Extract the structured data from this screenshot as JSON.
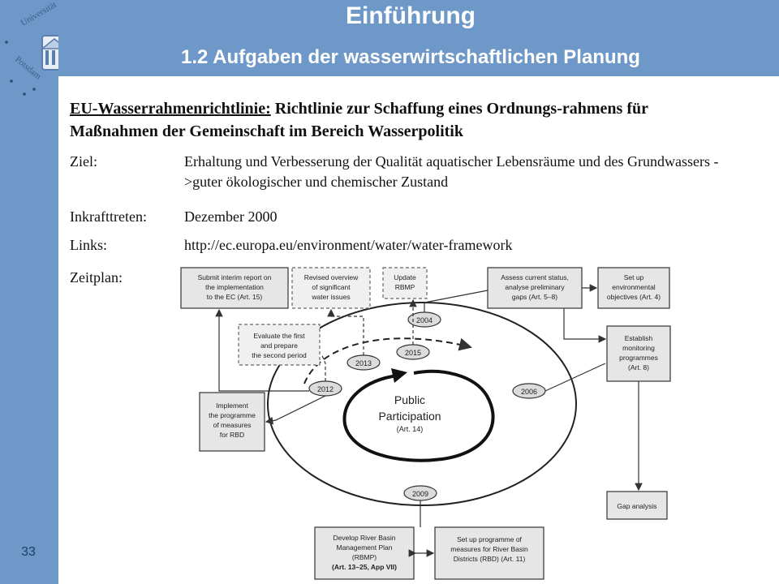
{
  "slide": {
    "title": "Einführung",
    "subtitle": "1.2 Aufgaben der wasserwirtschaftlichen Planung",
    "page_number": "33",
    "logo_text": "Universität Potsdam"
  },
  "content": {
    "heading_term": "EU-Wasserrahmenrichtlinie:",
    "heading_rest": " Richtlinie zur Schaffung eines Ordnungs-rahmens für Maßnahmen der Gemeinschaft im Bereich Wasserpolitik",
    "rows": [
      {
        "label": "Ziel:",
        "value": "Erhaltung und Verbesserung der Qualität aquatischer Lebensräume und des Grundwassers ->guter ökologischer und chemischer Zustand"
      },
      {
        "label": "Inkrafttreten:",
        "value": "Dezember 2000"
      },
      {
        "label": "Links:",
        "value": "http://ec.europa.eu/environment/water/water-framework"
      },
      {
        "label": "Zeitplan:",
        "value": ""
      }
    ]
  },
  "diagram": {
    "center_title": "Public Participation",
    "center_line1": "Public",
    "center_line2": "Participation",
    "center_sub": "(Art. 14)",
    "years": [
      "2004",
      "2006",
      "2009",
      "2012",
      "2013",
      "2015"
    ],
    "boxes": {
      "interim_report": [
        "Submit interim report on",
        "the implementation",
        "to the EC (Art. 15)"
      ],
      "revised_overview": [
        "Revised overview",
        "of significant",
        "water issues"
      ],
      "update_rbmp": [
        "Update",
        "RBMP"
      ],
      "assess_status": [
        "Assess current status,",
        "analyse preliminary",
        "gaps (Art. 5–8)"
      ],
      "set_up_objectives": [
        "Set up",
        "environmental",
        "objectives (Art. 4)"
      ],
      "evaluate": [
        "Evaluate the first",
        "and prepare",
        "the second period"
      ],
      "monitoring": [
        "Establish",
        "monitoring",
        "programmes",
        "(Art. 8)"
      ],
      "implement": [
        "Implement",
        "the programme",
        "of measures",
        "for RBD"
      ],
      "gap_analysis": [
        "Gap analysis"
      ],
      "develop_rbmp": [
        "Develop River Basin",
        "Management Plan",
        "(RBMP)",
        "(Art. 13–25, App VII)"
      ],
      "programme_measures": [
        "Set up programme of",
        "measures for River Basin",
        "Districts (RBD) (Art. 11)"
      ]
    }
  }
}
